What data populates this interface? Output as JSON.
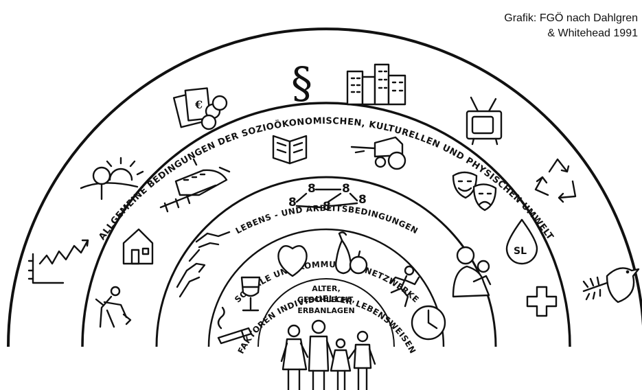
{
  "credit": {
    "line1": "Grafik: FGÖ nach Dahlgren",
    "line2": "& Whitehead 1991"
  },
  "rings": {
    "outer": "ALLGEMEINE BEDINGUNGEN DER SOZIOÖKONOMISCHEN, KULTURELLEN UND PHYSISCHEN UMWELT",
    "living": "LEBENS - UND ARBEITSBEDINGUNGEN",
    "social": "SOZIALE UND KOMMUNALE NETZWERKE",
    "individual": "FAKTOREN INDIVIDUELLER LEBENSWEISEN"
  },
  "center": {
    "line1": "ALTER,",
    "line2": "GESCHLECHT,",
    "line3": "ERBANLAGEN"
  },
  "network_glyph": "8–8 –8–8 8⁄8",
  "colors": {
    "ink": "#111111",
    "background": "#ffffff"
  }
}
